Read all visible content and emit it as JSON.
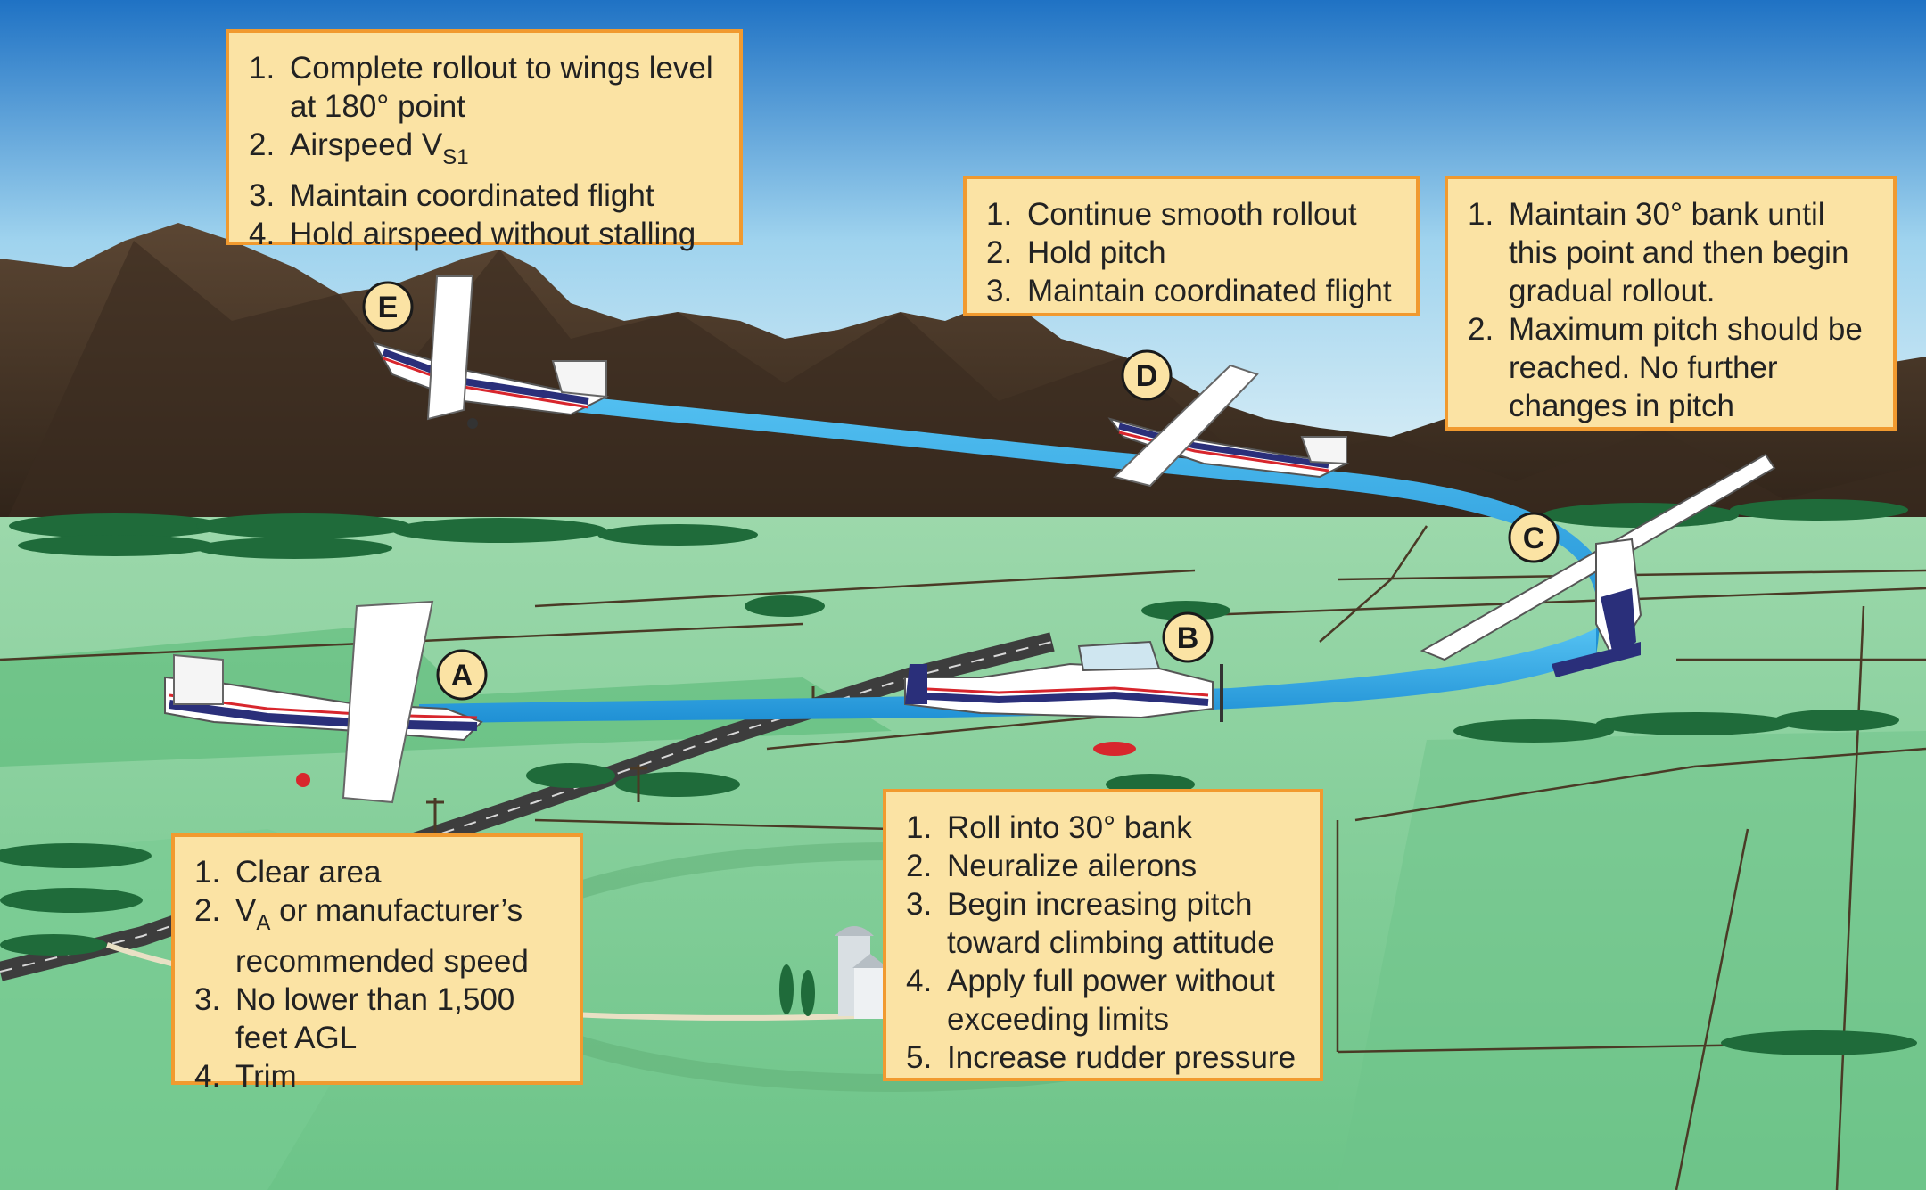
{
  "notes": {
    "e": {
      "items": [
        {
          "num": "1.",
          "text": "Complete rollout to wings level\nat 180° point"
        },
        {
          "num": "2.",
          "text": "Airspeed V",
          "sub": "S1"
        },
        {
          "num": "3.",
          "text": "Maintain coordinated flight"
        },
        {
          "num": "4.",
          "text": "Hold airspeed without stalling"
        }
      ]
    },
    "d": {
      "items": [
        {
          "num": "1.",
          "text": "Continue smooth rollout"
        },
        {
          "num": "2.",
          "text": "Hold pitch"
        },
        {
          "num": "3.",
          "text": "Maintain coordinated flight"
        }
      ]
    },
    "c": {
      "items": [
        {
          "num": "1.",
          "text": "Maintain 30° bank until\nthis point and then begin\ngradual rollout."
        },
        {
          "num": "2.",
          "text": "Maximum pitch should be\nreached. No further\nchanges in pitch"
        }
      ]
    },
    "a": {
      "items": [
        {
          "num": "1.",
          "text": "Clear area"
        },
        {
          "num": "2.",
          "text": "V",
          "sub": "A",
          "after": " or manufacturer’s\nrecommended speed"
        },
        {
          "num": "3.",
          "text": "No lower than 1,500\nfeet AGL"
        },
        {
          "num": "4.",
          "text": "Trim"
        }
      ]
    },
    "b": {
      "items": [
        {
          "num": "1.",
          "text": "Roll into 30° bank"
        },
        {
          "num": "2.",
          "text": "Neuralize ailerons"
        },
        {
          "num": "3.",
          "text": "Begin increasing pitch\ntoward climbing attitude"
        },
        {
          "num": "4.",
          "text": "Apply full power without\nexceeding limits"
        },
        {
          "num": "5.",
          "text": "Increase rudder pressure"
        }
      ]
    }
  },
  "points": {
    "a": "A",
    "b": "B",
    "c": "C",
    "d": "D",
    "e": "E"
  },
  "colors": {
    "sky_top": "#1f7cc8",
    "sky_bottom": "#e8f3f7",
    "mountain": "#4a3a2a",
    "field": "#8fd3a0",
    "path": "#2fa6e3",
    "note_fill": "#fbe3a4",
    "note_border": "#f19a2f",
    "label_fill": "#fbe3a4"
  }
}
